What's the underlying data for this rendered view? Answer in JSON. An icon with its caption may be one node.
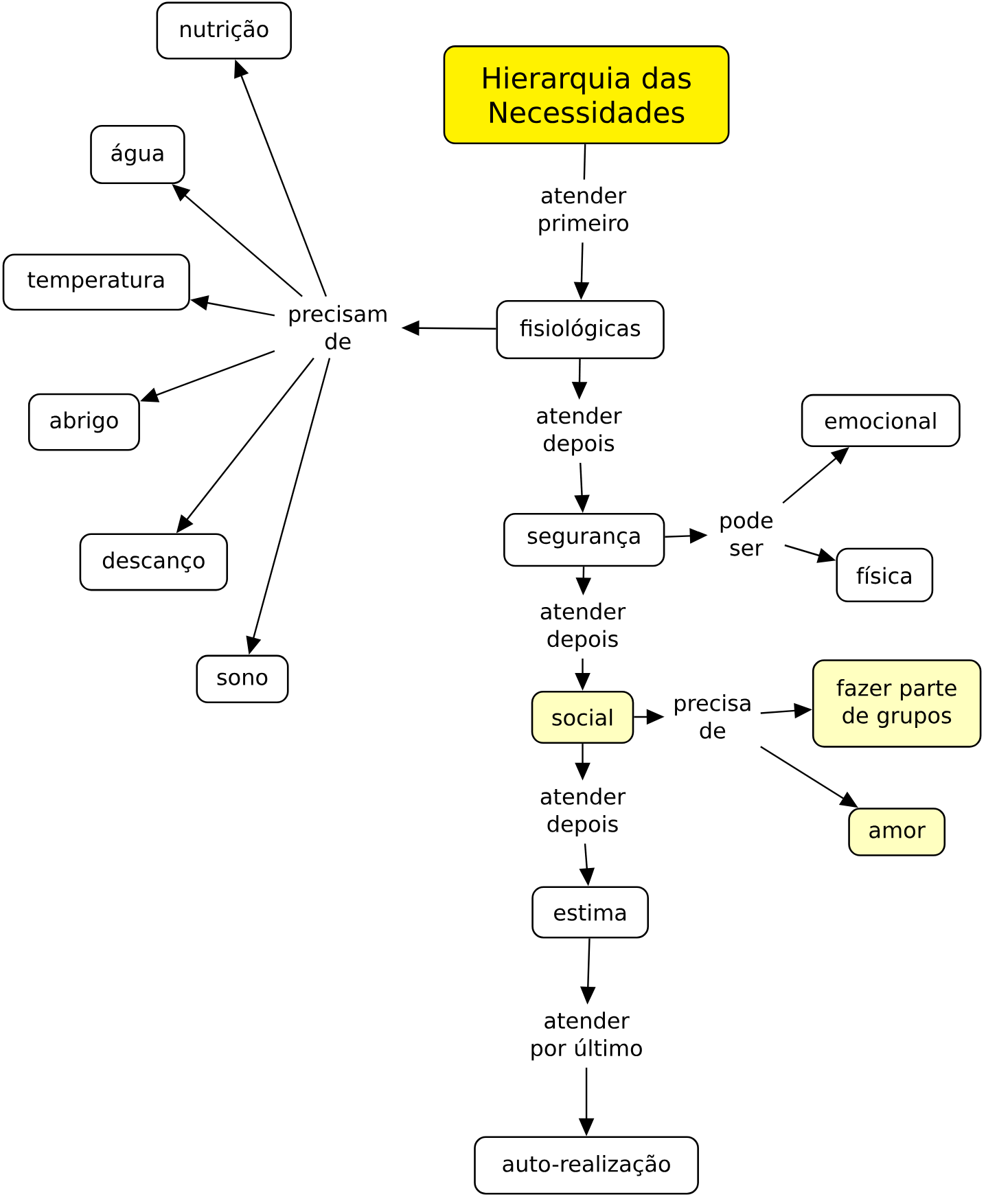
{
  "diagram": {
    "nodes": [
      {
        "text": [
          "Hierarquia das Necessidades"
        ]
      },
      {
        "text": [
          "atender primeiro"
        ]
      },
      {
        "text": [
          "fisiológicas"
        ]
      },
      {
        "text": [
          "precisam de"
        ]
      },
      {
        "text": [
          "nutrição"
        ]
      },
      {
        "text": [
          "água"
        ]
      },
      {
        "text": [
          "temperatura"
        ]
      },
      {
        "text": [
          "abrigo"
        ]
      },
      {
        "text": [
          "descanço"
        ]
      },
      {
        "text": [
          "sono"
        ]
      },
      {
        "text": [
          "atender depois"
        ]
      },
      {
        "text": [
          "segurança"
        ]
      },
      {
        "text": [
          "pode ser"
        ]
      },
      {
        "text": [
          "emocional"
        ]
      },
      {
        "text": [
          "física"
        ]
      },
      {
        "text": [
          "atender depois"
        ]
      },
      {
        "text": [
          "social"
        ]
      },
      {
        "text": [
          "precisa de"
        ]
      },
      {
        "text": [
          "fazer parte de grupos"
        ]
      },
      {
        "text": [
          "amor"
        ]
      },
      {
        "text": [
          "atender depois"
        ]
      },
      {
        "text": [
          "estima"
        ]
      },
      {
        "text": [
          "atender por último"
        ]
      },
      {
        "text": [
          "auto-realização"
        ]
      }
    ],
    "edges": [
      {
        "from": 0,
        "to": 1,
        "arrow": "none"
      },
      {
        "from": 1,
        "to": 2,
        "arrow": "to"
      },
      {
        "from": 2,
        "to": 3,
        "arrow": "to"
      },
      {
        "from": 3,
        "to": 4,
        "arrow": "to"
      },
      {
        "from": 3,
        "to": 5,
        "arrow": "to"
      },
      {
        "from": 3,
        "to": 6,
        "arrow": "to"
      },
      {
        "from": 3,
        "to": 7,
        "arrow": "to"
      },
      {
        "from": 3,
        "to": 8,
        "arrow": "to"
      },
      {
        "from": 3,
        "to": 9,
        "arrow": "to"
      },
      {
        "from": 2,
        "to": 10,
        "arrow": "to"
      },
      {
        "from": 10,
        "to": 11,
        "arrow": "to"
      },
      {
        "from": 11,
        "to": 12,
        "arrow": "to"
      },
      {
        "from": 12,
        "to": 13,
        "arrow": "to"
      },
      {
        "from": 12,
        "to": 14,
        "arrow": "to"
      },
      {
        "from": 11,
        "to": 15,
        "arrow": "to"
      },
      {
        "from": 15,
        "to": 16,
        "arrow": "to"
      },
      {
        "from": 16,
        "to": 17,
        "arrow": "to"
      },
      {
        "from": 17,
        "to": 18,
        "arrow": "to"
      },
      {
        "from": 17,
        "to": 19,
        "arrow": "to"
      },
      {
        "from": 16,
        "to": 20,
        "arrow": "to"
      },
      {
        "from": 20,
        "to": 21,
        "arrow": "to"
      },
      {
        "from": 21,
        "to": 22,
        "arrow": "to"
      },
      {
        "from": 22,
        "to": 23,
        "arrow": "to"
      }
    ]
  }
}
